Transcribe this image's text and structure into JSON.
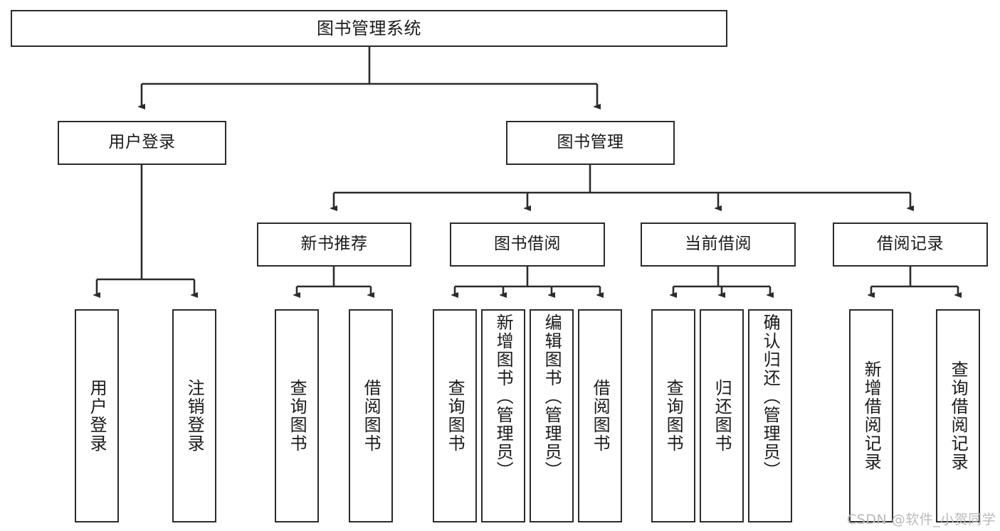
{
  "diagram": {
    "type": "hierarchy-tree",
    "title": "图书管理系统",
    "root": {
      "label": "图书管理系统"
    },
    "level2": [
      {
        "id": "user-login",
        "label": "用户登录"
      },
      {
        "id": "book-manage",
        "label": "图书管理"
      }
    ],
    "level3": [
      {
        "id": "new-book-rec",
        "label": "新书推荐"
      },
      {
        "id": "book-borrow",
        "label": "图书借阅"
      },
      {
        "id": "current-borrow",
        "label": "当前借阅"
      },
      {
        "id": "borrow-record",
        "label": "借阅记录"
      }
    ],
    "leaves": {
      "user_login": [
        {
          "id": "leaf-user-login",
          "label": "用户登录"
        },
        {
          "id": "leaf-logout",
          "label": "注销登录"
        }
      ],
      "new_book_rec": [
        {
          "id": "leaf-query-book-1",
          "label": "查询图书"
        },
        {
          "id": "leaf-borrow-book-1",
          "label": "借阅图书"
        }
      ],
      "book_borrow": [
        {
          "id": "leaf-query-book-2",
          "label": "查询图书"
        },
        {
          "id": "leaf-add-book",
          "label": "新增图书（管理员）"
        },
        {
          "id": "leaf-edit-book",
          "label": "编辑图书（管理员）"
        },
        {
          "id": "leaf-borrow-book-2",
          "label": "借阅图书"
        }
      ],
      "current_borrow": [
        {
          "id": "leaf-query-book-3",
          "label": "查询图书"
        },
        {
          "id": "leaf-return-book",
          "label": "归还图书"
        },
        {
          "id": "leaf-confirm-return",
          "label": "确认归还（管理员）"
        }
      ],
      "borrow_record": [
        {
          "id": "leaf-add-record",
          "label": "新增借阅记录"
        },
        {
          "id": "leaf-query-record",
          "label": "查询借阅记录"
        }
      ]
    }
  },
  "watermark": {
    "text": "CSDN @软件_小贺同学"
  },
  "colors": {
    "stroke": "#2b2b2b",
    "box_fill": "#ffffff",
    "text": "#1a1a1a",
    "watermark": "#b9b9b9",
    "background": "#ffffff"
  }
}
